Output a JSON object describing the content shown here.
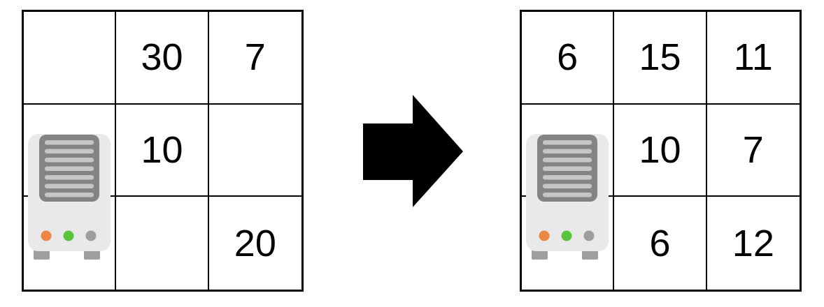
{
  "figure": {
    "description": "Two 3x3 grids with numbers and a server in the left column, linked by a rightward transformation arrow",
    "arrow_direction": "right"
  },
  "colors": {
    "background": "#ffffff",
    "grid_line": "#000000",
    "number_text": "#000000",
    "arrow": "#000000",
    "server_body": "#e9e9e9",
    "server_grille": "#848484",
    "server_slat": "#c6c6c6",
    "led_orange": "#ec8743",
    "led_green": "#58c43c",
    "led_gray": "#9e9e9e",
    "server_foot": "#9e9e9e"
  },
  "left_grid": {
    "icon": "server",
    "rows": [
      [
        "",
        "30",
        "7"
      ],
      [
        "",
        "10",
        ""
      ],
      [
        "",
        "",
        "20"
      ]
    ]
  },
  "right_grid": {
    "icon": "server",
    "rows": [
      [
        "6",
        "15",
        "11"
      ],
      [
        "",
        "10",
        "7"
      ],
      [
        "",
        "6",
        "12"
      ]
    ]
  }
}
